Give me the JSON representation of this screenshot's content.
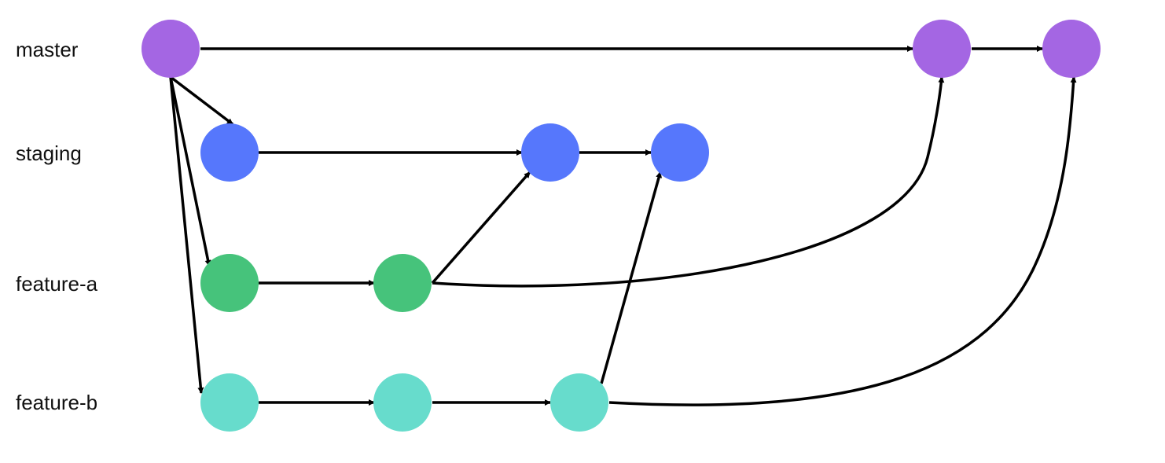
{
  "branches": [
    {
      "id": "master",
      "label": "master",
      "color": "#A466E3"
    },
    {
      "id": "staging",
      "label": "staging",
      "color": "#5677FC"
    },
    {
      "id": "feature-a",
      "label": "feature-a",
      "color": "#46C37B"
    },
    {
      "id": "feature-b",
      "label": "feature-b",
      "color": "#67DCCC"
    }
  ],
  "commits": [
    {
      "id": "m1",
      "branch": "master"
    },
    {
      "id": "m2",
      "branch": "master"
    },
    {
      "id": "m3",
      "branch": "master"
    },
    {
      "id": "s1",
      "branch": "staging"
    },
    {
      "id": "s2",
      "branch": "staging"
    },
    {
      "id": "s3",
      "branch": "staging"
    },
    {
      "id": "a1",
      "branch": "feature-a"
    },
    {
      "id": "a2",
      "branch": "feature-a"
    },
    {
      "id": "b1",
      "branch": "feature-b"
    },
    {
      "id": "b2",
      "branch": "feature-b"
    },
    {
      "id": "b3",
      "branch": "feature-b"
    }
  ],
  "edges": [
    {
      "from": "m1",
      "to": "m2"
    },
    {
      "from": "m2",
      "to": "m3"
    },
    {
      "from": "m1",
      "to": "s1"
    },
    {
      "from": "m1",
      "to": "a1"
    },
    {
      "from": "m1",
      "to": "b1"
    },
    {
      "from": "s1",
      "to": "s2"
    },
    {
      "from": "s2",
      "to": "s3"
    },
    {
      "from": "a1",
      "to": "a2"
    },
    {
      "from": "a2",
      "to": "s2"
    },
    {
      "from": "a2",
      "to": "m2"
    },
    {
      "from": "b1",
      "to": "b2"
    },
    {
      "from": "b2",
      "to": "b3"
    },
    {
      "from": "b3",
      "to": "s3"
    },
    {
      "from": "b3",
      "to": "m3"
    }
  ]
}
